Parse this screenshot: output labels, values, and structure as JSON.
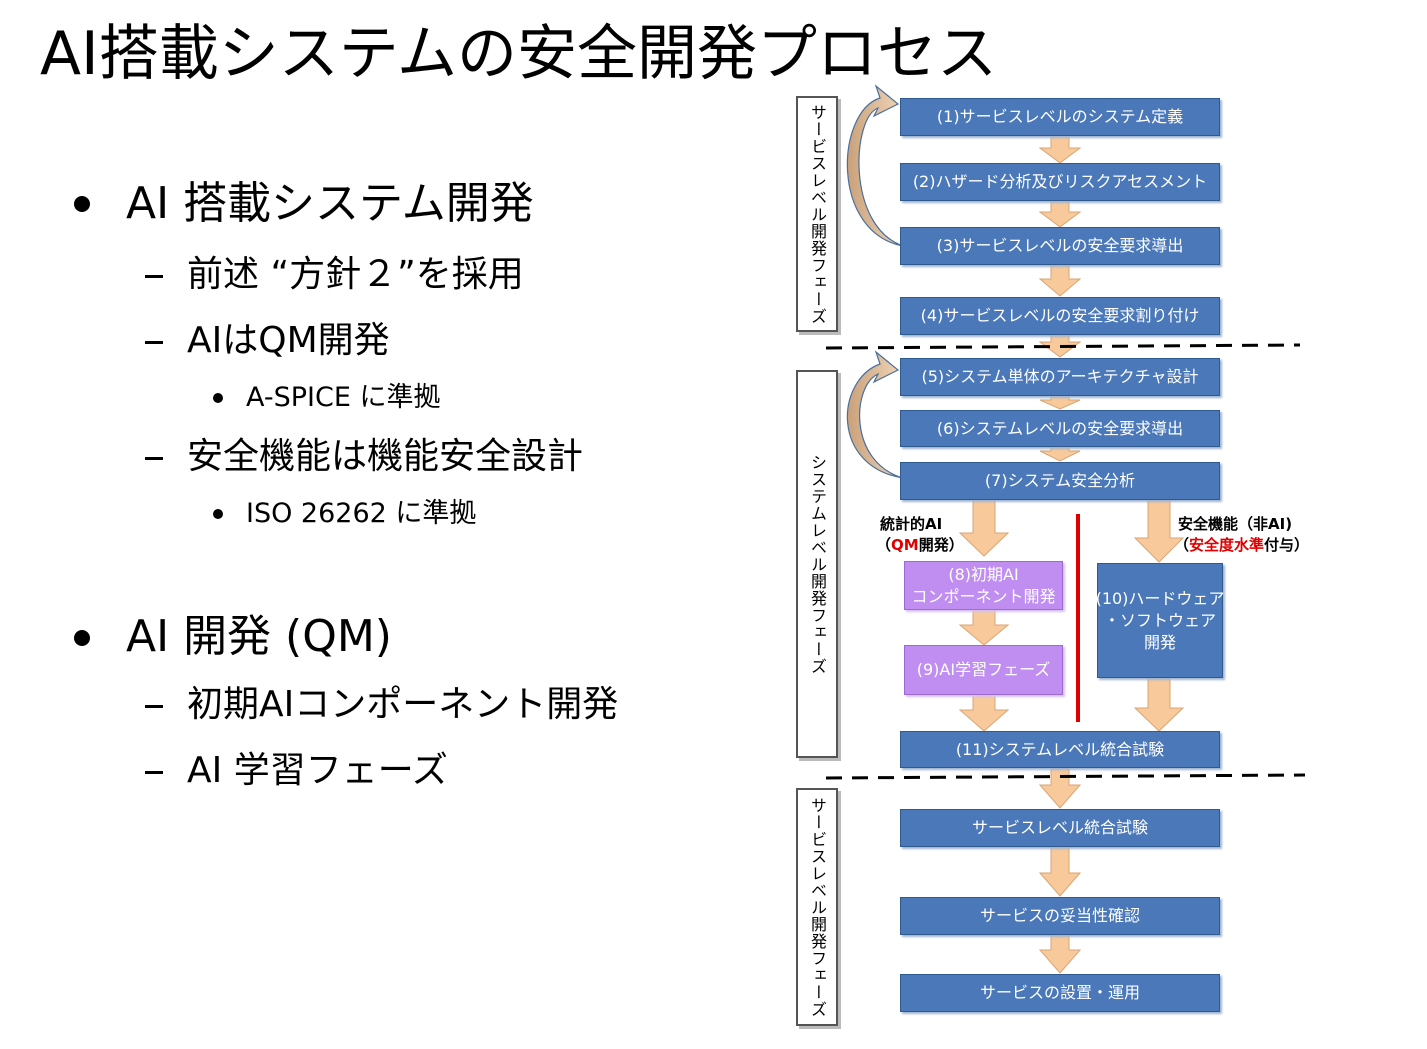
{
  "title": "AI搭載システムの安全開発プロセス",
  "outline": {
    "b1": "AI 搭載システム開発",
    "b1_1": "前述 “方針２”を採用",
    "b1_2": "AIはQM開発",
    "b1_2_1": "A-SPICE に準拠",
    "b1_3": "安全機能は機能安全設計",
    "b1_3_1": "ISO 26262 に準拠",
    "b2": "AI 開発 (QM)",
    "b2_1": "初期AIコンポーネント開発",
    "b2_2": "AI 学習フェーズ"
  },
  "diagram": {
    "phases": [
      "サービスレベル開発フェーズ",
      "システムレベル開発フェーズ",
      "サービスレベル開発フェーズ"
    ],
    "steps": {
      "s1": "(1)サービスレベルのシステム定義",
      "s2": "(2)ハザード分析及びリスクアセスメント",
      "s3": "(3)サービスレベルの安全要求導出",
      "s4": "(4)サービスレベルの安全要求割り付け",
      "s5": "(5)システム単体のアーキテクチャ設計",
      "s6": "(6)システムレベルの安全要求導出",
      "s7": "(7)システム安全分析",
      "s8_line1": "(8)初期AI",
      "s8_line2": "コンポーネント開発",
      "s9": "(9)AI学習フェーズ",
      "s10_line1": "(10)ハードウェア",
      "s10_line2": "・ソフトウェア",
      "s10_line3": "開発",
      "s11": "(11)システムレベル統合試験",
      "s12": "サービスレベル統合試験",
      "s13": "サービスの妥当性確認",
      "s14": "サービスの設置・運用"
    },
    "left_branch": {
      "line1": "統計的AI",
      "open": "（",
      "highlight": "QM",
      "rest": "開発）"
    },
    "right_branch": {
      "line1": "安全機能（非AI)",
      "open": "（",
      "highlight": "安全度水準",
      "rest": "付与）"
    },
    "colors": {
      "step_blue": "#4a78b8",
      "ai_purple": "#bf8ef0",
      "arrow_orange": "#f8c99a",
      "divider_red": "#e00000"
    }
  }
}
